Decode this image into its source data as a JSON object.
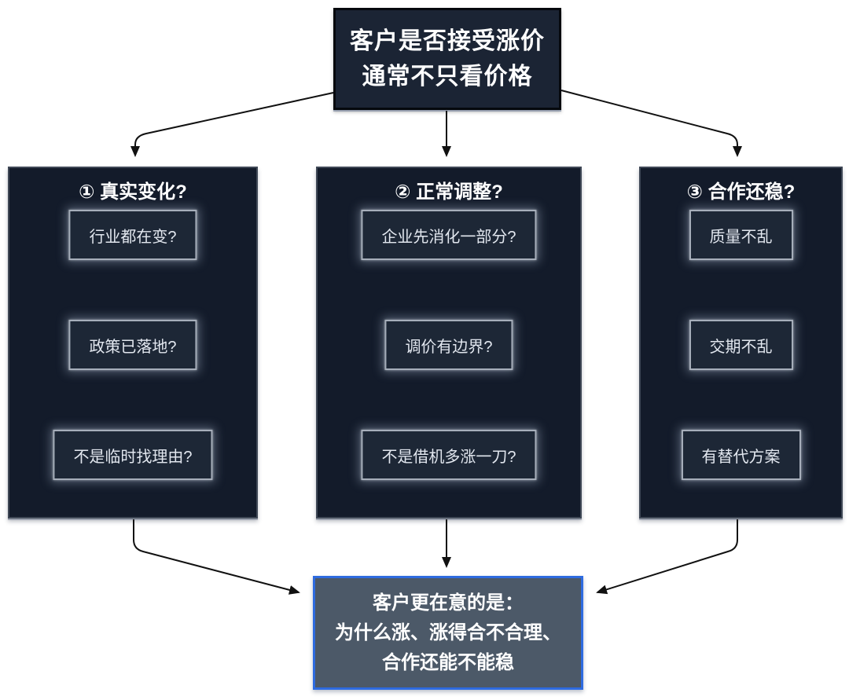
{
  "decision": {
    "title_lines": [
      "客户是否接受涨价",
      "通常不只看价格"
    ]
  },
  "columns": [
    {
      "header": "① 真实变化?",
      "items": [
        "行业都在变?",
        "政策已落地?",
        "不是临时找理由?"
      ]
    },
    {
      "header": "② 正常调整?",
      "items": [
        "企业先消化一部分?",
        "调价有边界?",
        "不是借机多涨一刀?"
      ]
    },
    {
      "header": "③ 合作还稳?",
      "items": [
        "质量不乱",
        "交期不乱",
        "有替代方案"
      ]
    }
  ],
  "conclusion": {
    "lines": [
      "客户更在意的是：",
      "为什么涨、涨得合不合理、",
      "合作还能不能稳"
    ]
  },
  "colors": {
    "background": "#ffffff",
    "decision_fill": "#1b2434",
    "panel_fill": "#131b2a",
    "item_fill": "#1d2736",
    "item_border": "#a6aeba",
    "conclusion_fill": "#4c5968",
    "conclusion_border": "#2e6be0",
    "arrow": "#111111",
    "text": "#ffffff"
  }
}
